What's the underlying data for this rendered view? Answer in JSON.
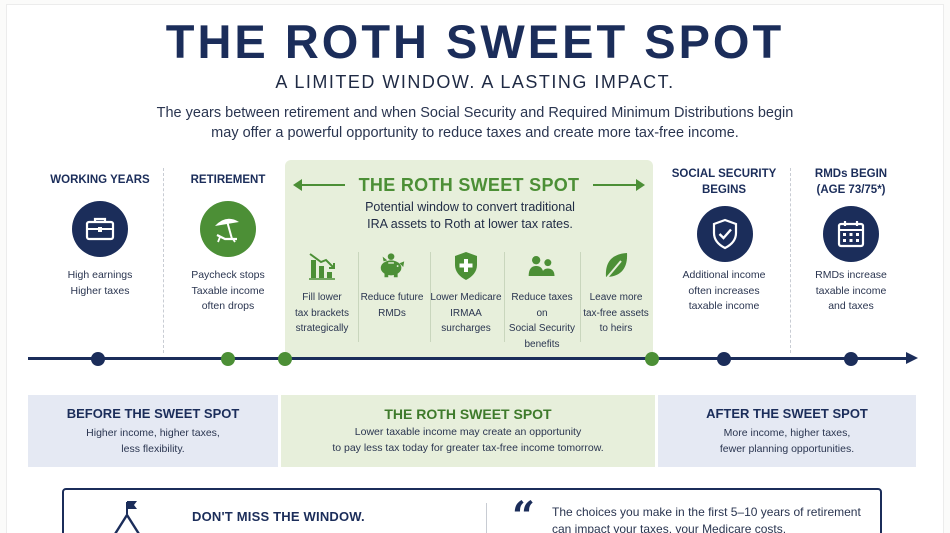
{
  "header": {
    "title": "THE ROTH SWEET SPOT",
    "subtitle": "A LIMITED WINDOW. A LASTING IMPACT.",
    "intro_line1": "The years between retirement and when Social Security and Required Minimum Distributions begin",
    "intro_line2": "may offer a powerful opportunity to reduce taxes and create more tax-free income."
  },
  "phases": [
    {
      "title": "WORKING YEARS",
      "icon": "briefcase-icon",
      "desc_line1": "High earnings",
      "desc_line2": "Higher taxes"
    },
    {
      "title": "RETIREMENT",
      "icon": "beach-umbrella-icon",
      "desc_line1": "Paycheck stops",
      "desc_line2": "Taxable income",
      "desc_line3": "often drops"
    },
    {
      "title_line1": "SOCIAL SECURITY",
      "title_line2": "BEGINS",
      "icon": "shield-check-icon",
      "desc_line1": "Additional income",
      "desc_line2": "often increases",
      "desc_line3": "taxable income"
    },
    {
      "title_line1": "RMDs BEGIN",
      "title_line2": "(AGE 73/75*)",
      "icon": "calendar-icon",
      "desc_line1": "RMDs increase",
      "desc_line2": "taxable income",
      "desc_line3": "and taxes"
    }
  ],
  "sweet_spot": {
    "title": "THE ROTH SWEET SPOT",
    "desc_line1": "Potential window to convert traditional",
    "desc_line2": "IRA assets to Roth at lower tax rates.",
    "benefits": [
      {
        "icon": "bar-chart-down-icon",
        "line1": "Fill lower",
        "line2": "tax brackets",
        "line3": "strategically"
      },
      {
        "icon": "piggy-bank-icon",
        "line1": "Reduce future",
        "line2": "RMDs"
      },
      {
        "icon": "medical-shield-icon",
        "line1": "Lower Medicare",
        "line2": "IRMAA",
        "line3": "surcharges"
      },
      {
        "icon": "people-icon",
        "line1": "Reduce taxes on",
        "line2": "Social Security",
        "line3": "benefits"
      },
      {
        "icon": "leaf-icon",
        "line1": "Leave more",
        "line2": "tax-free assets",
        "line3": "to heirs"
      }
    ]
  },
  "summary": {
    "before": {
      "title": "BEFORE THE SWEET SPOT",
      "line1": "Higher income, higher taxes,",
      "line2": "less flexibility."
    },
    "during": {
      "title": "THE ROTH SWEET SPOT",
      "line1": "Lower taxable income may create an opportunity",
      "line2": "to pay less tax today for greater tax-free income tomorrow."
    },
    "after": {
      "title": "AFTER THE SWEET SPOT",
      "line1": "More income, higher taxes,",
      "line2": "fewer planning opportunities."
    }
  },
  "footer": {
    "icon": "flag-icon",
    "title": "DON'T MISS THE WINDOW.",
    "quote_mark": "“",
    "quote_line1": "The choices you make in the first 5–10 years of retirement",
    "quote_line2": "can impact your taxes, your Medicare costs,"
  },
  "colors": {
    "navy": "#1b2d5a",
    "green": "#4c8f36",
    "light_green": "#e7efdb",
    "light_blue": "#e5e9f3"
  }
}
